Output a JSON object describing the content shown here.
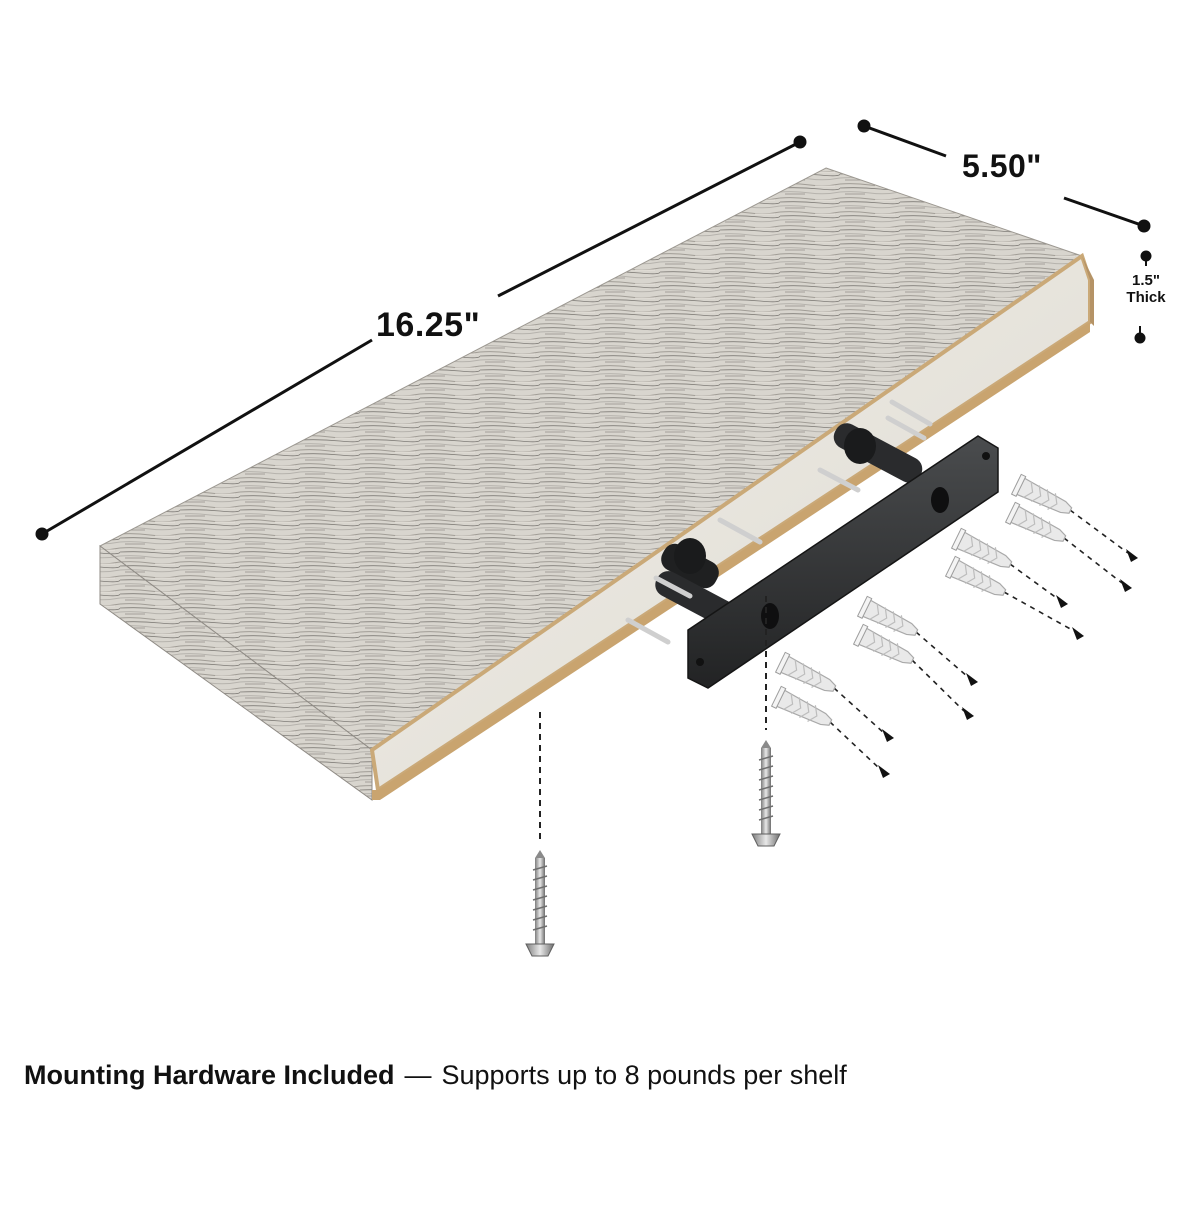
{
  "dimensions": {
    "length": "16.25\"",
    "depth": "5.50\"",
    "thickness_value": "1.5\"",
    "thickness_word": "Thick"
  },
  "caption": {
    "title": "Mounting Hardware Included",
    "separator": "—",
    "detail": "Supports up to 8 pounds per shelf"
  },
  "hardware": {
    "anchor_count": 8,
    "screw_count": 2,
    "bracket_count": 1
  },
  "colors": {
    "wood_light": "#d9d6cf",
    "wood_grain": "#8d8a84",
    "bracket": "#2e3032",
    "anchor": "#e9e9e9",
    "dimension_line": "#111111"
  }
}
